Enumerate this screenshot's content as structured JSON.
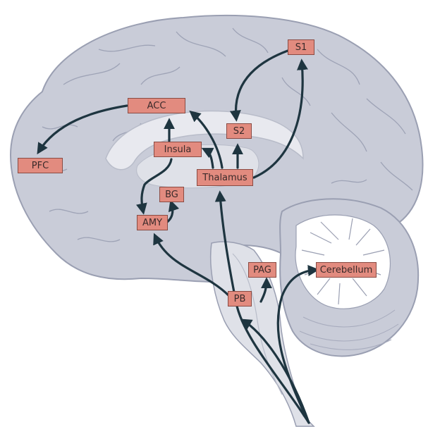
{
  "nodes": {
    "s1": "S1",
    "acc": "ACC",
    "s2": "S2",
    "insula": "Insula",
    "pfc": "PFC",
    "thalamus": "Thalamus",
    "bg": "BG",
    "amy": "AMY",
    "pag": "PAG",
    "cerebellum": "Cerebellum",
    "pb": "PB"
  },
  "colors": {
    "node_fill": "#e28b7f",
    "node_border": "#8a4b43",
    "arrow": "#1e3540",
    "brain_fill": "#c9ccd8",
    "brain_edge": "#9a9fb2"
  }
}
